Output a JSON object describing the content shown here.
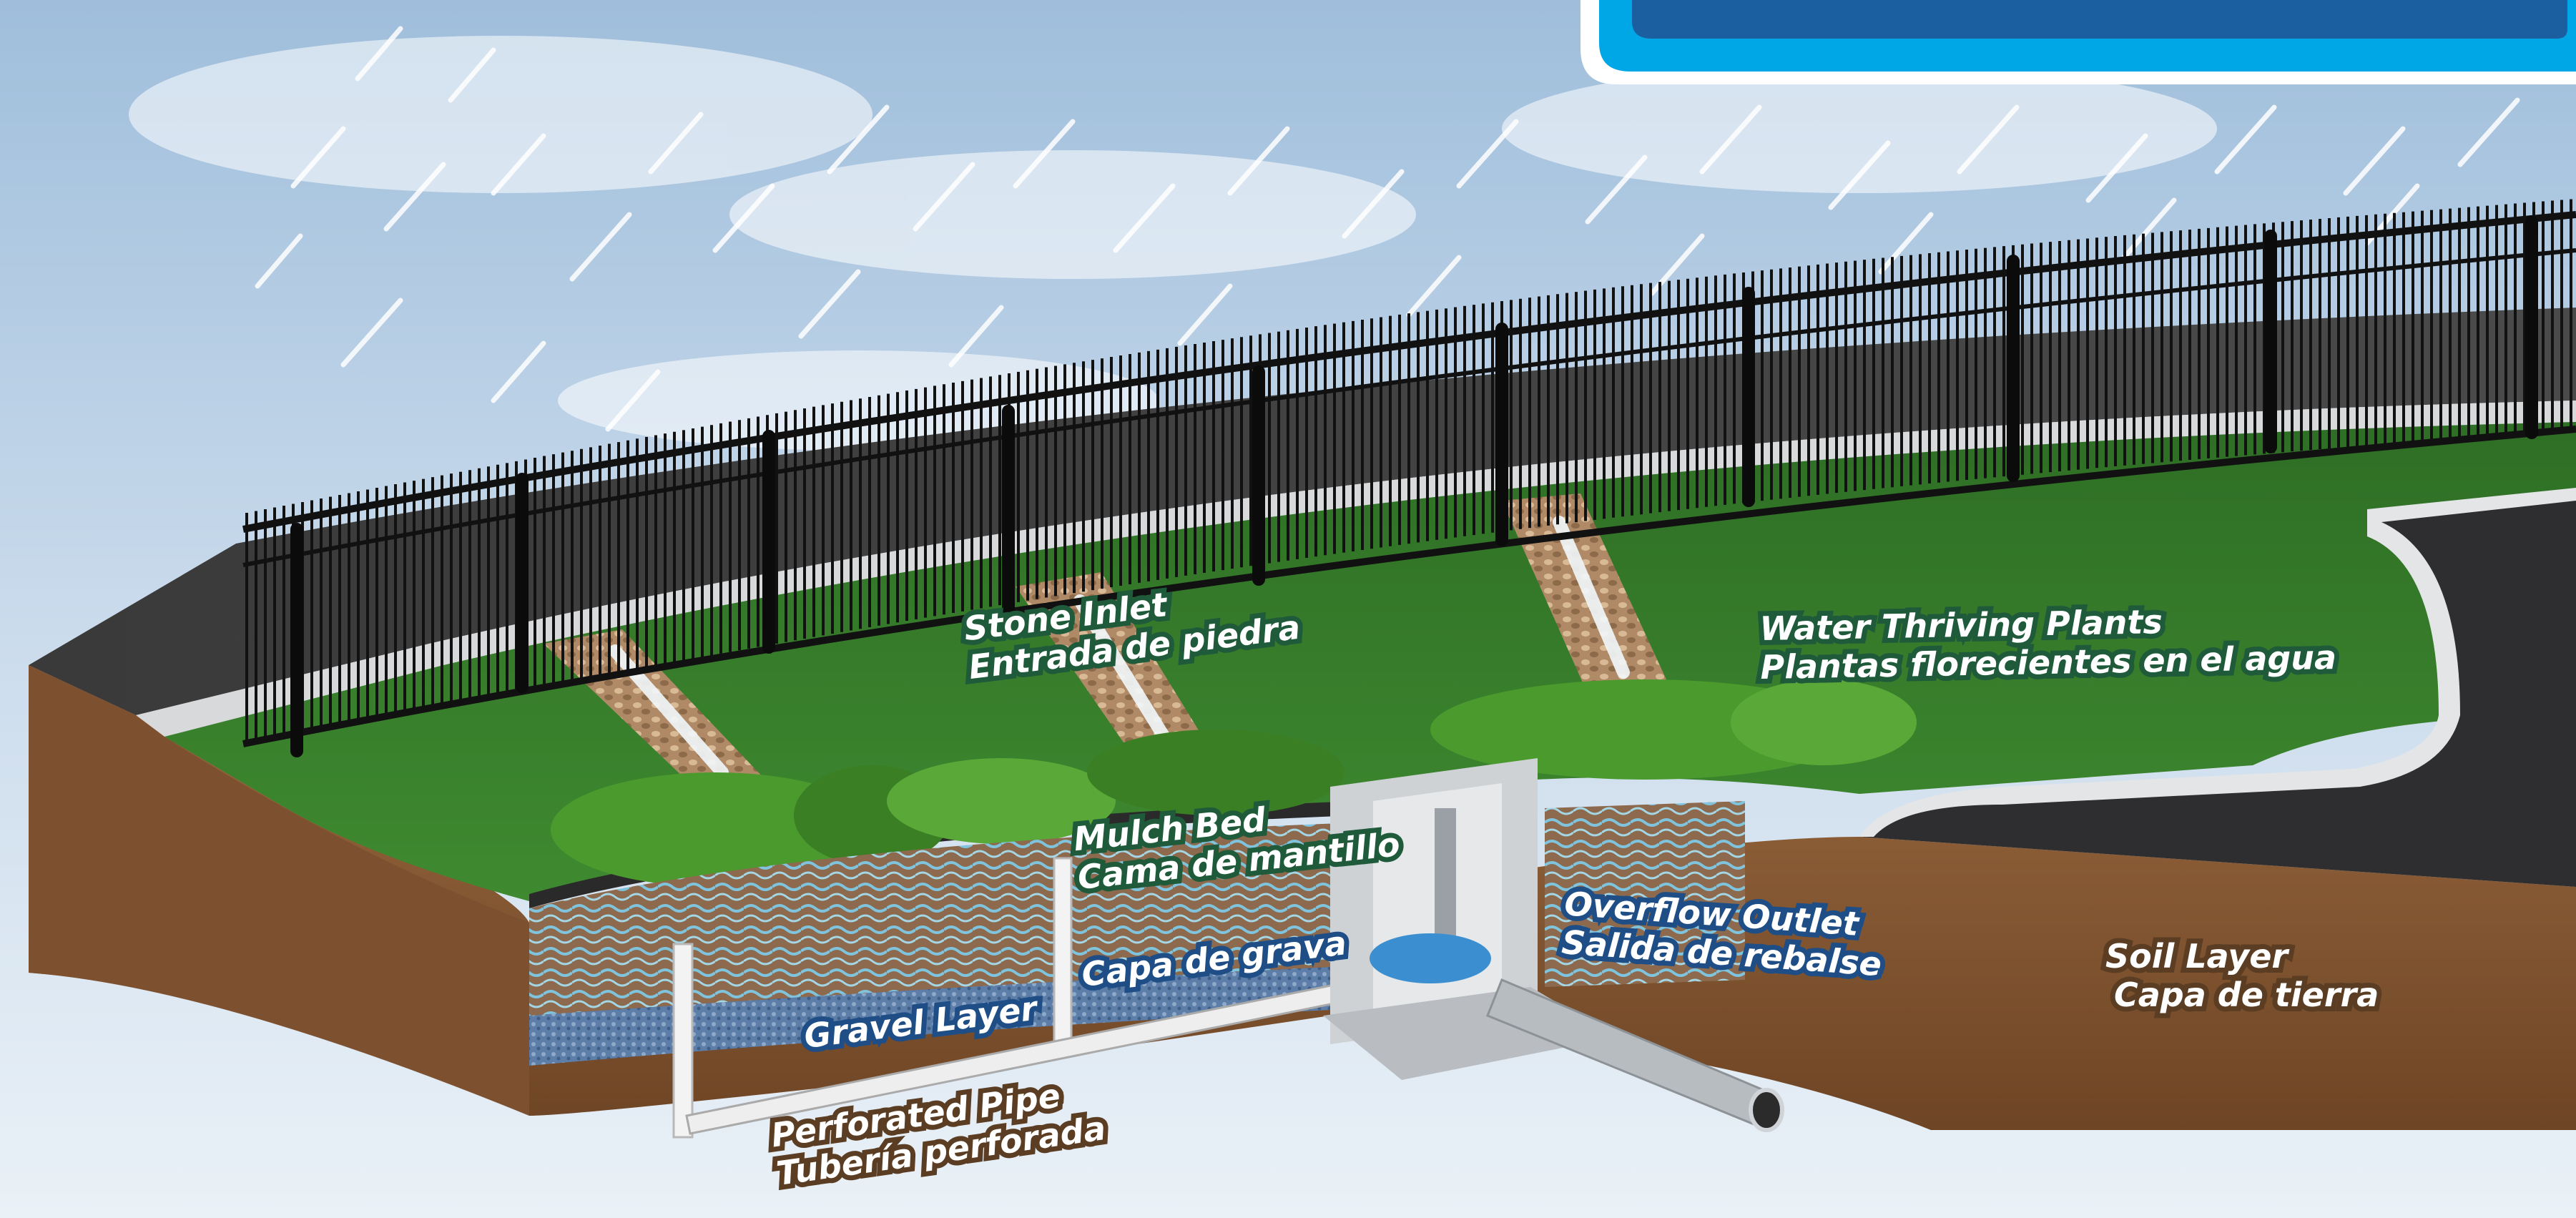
{
  "diagram": {
    "labels": {
      "stone_inlet": {
        "en": "Stone Inlet",
        "es": "Entrada de piedra"
      },
      "water_thriving_plants": {
        "en": "Water Thriving Plants",
        "es": "Plantas florecientes en el agua"
      },
      "mulch_bed": {
        "en": "Mulch Bed",
        "es": "Cama de mantillo"
      },
      "gravel_layer": {
        "en": "Gravel Layer",
        "es": "Capa de grava"
      },
      "overflow_outlet": {
        "en": "Overflow Outlet",
        "es": "Salida de rebalse"
      },
      "soil_layer": {
        "en": "Soil Layer",
        "es": "Capa de tierra"
      },
      "perforated_pipe": {
        "en": "Perforated Pipe",
        "es": "Tubería perforada"
      }
    },
    "colors": {
      "sky_top": "#aac6df",
      "sky_bottom": "#e6eef5",
      "grass": "#2f7a2a",
      "soil": "#8a5a33",
      "gravel": "#5f7fa8",
      "water": "#5aa8d8",
      "fence": "#111111",
      "concrete": "#c9cccf",
      "banner_blue": "#1b5fa0",
      "banner_accent": "#00a7e6"
    }
  }
}
